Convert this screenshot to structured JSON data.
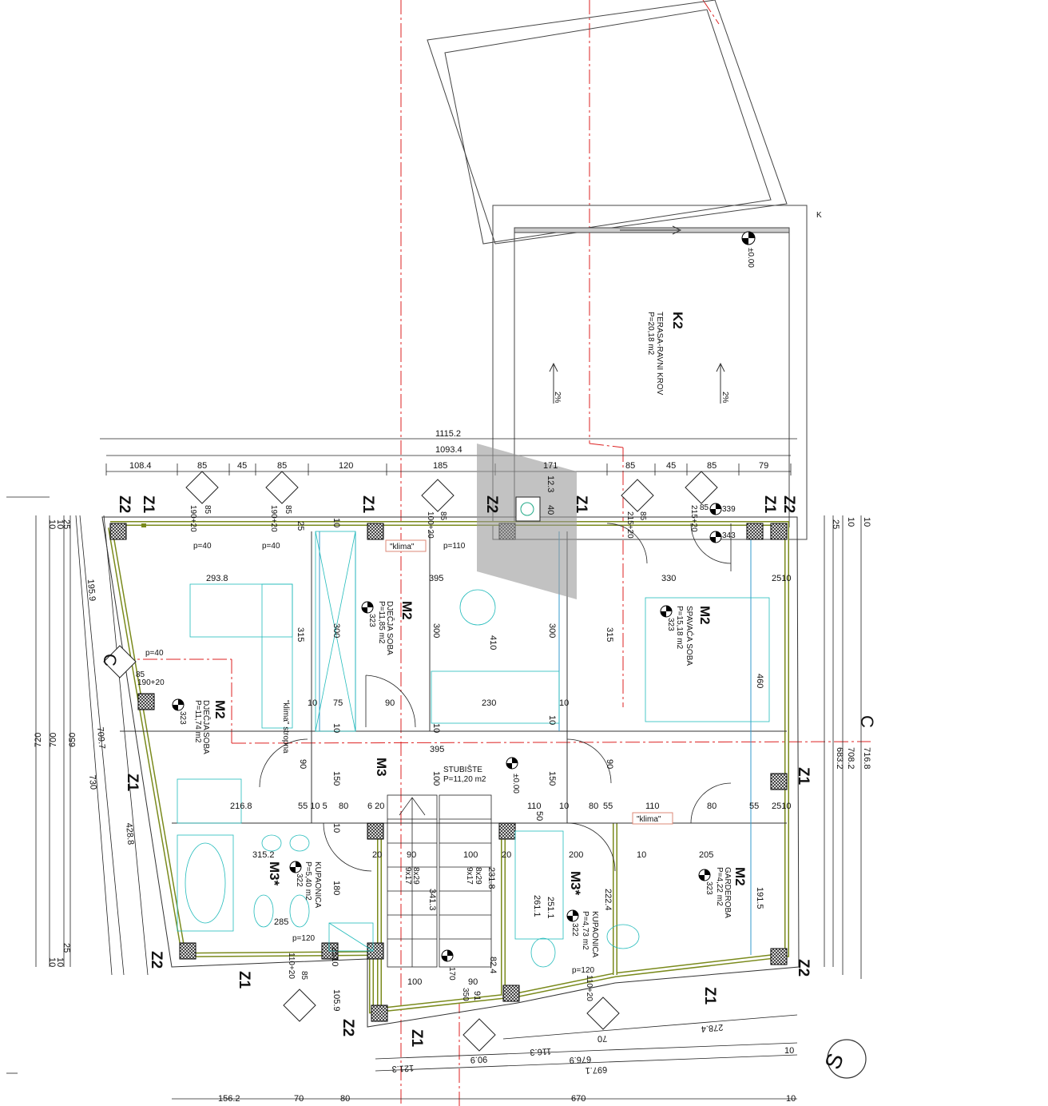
{
  "roof": {
    "code": "K2",
    "name": "TERASA-RAVNI KROV",
    "area": "P=20,18 m2",
    "level": "±0.00",
    "slope_left": "2%",
    "slope_right": "2%",
    "marker": "K"
  },
  "rooms": [
    {
      "code": "M2",
      "name": "DJEČJA SOBA",
      "area": "P=11,85 m2",
      "tag": "323"
    },
    {
      "code": "M2",
      "name": "DJEČJA SOBA",
      "area": "P=11,74 m2",
      "tag": "323"
    },
    {
      "code": "M2",
      "name": "SPAVAĆA SOBA",
      "area": "P=15,18 m2",
      "tag": "323"
    },
    {
      "code": "M3",
      "name": "STUBIŠTE",
      "area": "P=11,20 m2",
      "tag": "±0.00"
    },
    {
      "code": "M3*",
      "name": "KUPAONICA",
      "area": "P=5,40 m2",
      "tag": "322"
    },
    {
      "code": "M3*",
      "name": "KUPAONICA",
      "area": "P=4,73 m2",
      "tag": "322"
    },
    {
      "code": "M2",
      "name": "GARDEROBA",
      "area": "P=4,22 m2",
      "tag": "323"
    }
  ],
  "notes": {
    "klima_top": "\"klima\"",
    "klima_right": "\"klima\"",
    "klima_ceiling": "\"klima\" stropna",
    "p40_a": "p=40",
    "p40_b": "p=40",
    "p40_c": "p=40",
    "p110": "p=110",
    "p120_a": "p=120",
    "p120_b": "p=120",
    "stair_a": "9x17",
    "stair_b": "8x29",
    "stair_c": "9x17",
    "stair_d": "8x29",
    "level_339": "339",
    "level_343": "343",
    "level_170": "170",
    "bath_level": "322",
    "stair_run": "350"
  },
  "axes": [
    "Z2",
    "Z1",
    "Z1",
    "Z2",
    "Z1",
    "Z1",
    "Z2",
    "Z1",
    "Z2",
    "Z1",
    "Z2",
    "Z1",
    "Z2",
    "Z1"
  ],
  "sections": [
    "C",
    "C",
    "S"
  ],
  "window_tags": [
    "190+20",
    "190+20",
    "100+20",
    "215+20",
    "215+20",
    "190+20",
    "110+20",
    "110+20"
  ],
  "window_85": [
    "85",
    "85",
    "85",
    "85",
    "85",
    "85",
    "85"
  ],
  "dims_top_total": [
    "1115.2",
    "1093.4"
  ],
  "dims_top_row": [
    "108.4",
    "85",
    "45",
    "85",
    "120",
    "185",
    "171",
    "85",
    "45",
    "85",
    "79"
  ],
  "dims_bottom": [
    "156.2",
    "70",
    "80",
    "670",
    "10",
    "697.1",
    "121.3",
    "90.9",
    "116.3",
    "676.9",
    "70",
    "278.4",
    "10"
  ],
  "dims_left_v": [
    "720",
    "700",
    "650",
    "709.7",
    "730",
    "428.8",
    "195.9",
    "10",
    "10",
    "25",
    "25",
    "10",
    "10"
  ],
  "dims_right_v": [
    "716.8",
    "708.2",
    "683.2",
    "10",
    "10",
    "25"
  ],
  "dims_interior": {
    "d293_8": "293.8",
    "d395a": "395",
    "d330": "330",
    "d2510a": "2510",
    "d315a": "315",
    "d300a": "300",
    "d300b": "300",
    "d300c": "300",
    "d410": "410",
    "d315b": "315",
    "d460": "460",
    "d10a": "10",
    "d75": "75",
    "d90a": "90",
    "d230": "230",
    "d10b": "10",
    "d395b": "395",
    "d90b": "90",
    "d150a": "150",
    "d100a": "100",
    "d150b": "150",
    "d90c": "90",
    "d216_8": "216.8",
    "d5510": "55 10 5",
    "d80a": "80",
    "d620": "6 20",
    "d110a": "110",
    "d10c": "10",
    "d80b": "80",
    "d55": "55",
    "d110b": "110",
    "d80c": "80",
    "d55b": "55",
    "d2510b": "2510",
    "d315_2": "315.2",
    "d20a": "20",
    "d90d": "90",
    "d100b": "100",
    "d20b": "20",
    "d200": "200",
    "d10d": "10",
    "d205": "205",
    "d180": "180",
    "d231_8": "231.8",
    "d341_3": "341.3",
    "d251_1": "251.1",
    "d261_1": "261.1",
    "d222_4": "222.4",
    "d191_5": "191.5",
    "d285": "285",
    "d2510c": "2510",
    "d105_9": "105.9",
    "d100c": "100",
    "d90e": "90",
    "d82_4": "82.4",
    "d91": "91",
    "d50": "50",
    "d10e": "10",
    "d1_2_3": "12.3",
    "d40": "40",
    "d25": "25",
    "d10f": "10",
    "d10g": "10",
    "d10h": "10",
    "d10i": "10"
  }
}
